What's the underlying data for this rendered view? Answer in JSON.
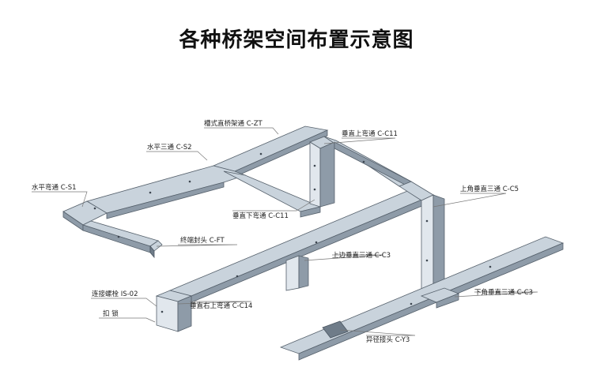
{
  "title": "各种桥架空间布置示意图",
  "labels": {
    "groove_tray": "槽式直桥架通 C-ZT",
    "horizontal_tee": "水平三通 C-S2",
    "horizontal_elbow": "水平弯通 C-S1",
    "vertical_up_elbow": "垂直上弯通 C-C11",
    "vertical_down_elbow": "垂直下弯通 C-C11",
    "upper_corner_tee": "上角垂直三通 C-C5",
    "end_cap": "终端封头 C-FT",
    "upper_edge_tee": "上边垂直三通 C-C3",
    "connector_bolt": "连接螺栓 IS-02",
    "vertical_right_up_elbow": "垂直右上弯通 C-C14",
    "lock": "扣    锁",
    "lower_corner_tee": "下角垂直三通 C-C3",
    "reducer": "异径接头 C-Y3"
  }
}
